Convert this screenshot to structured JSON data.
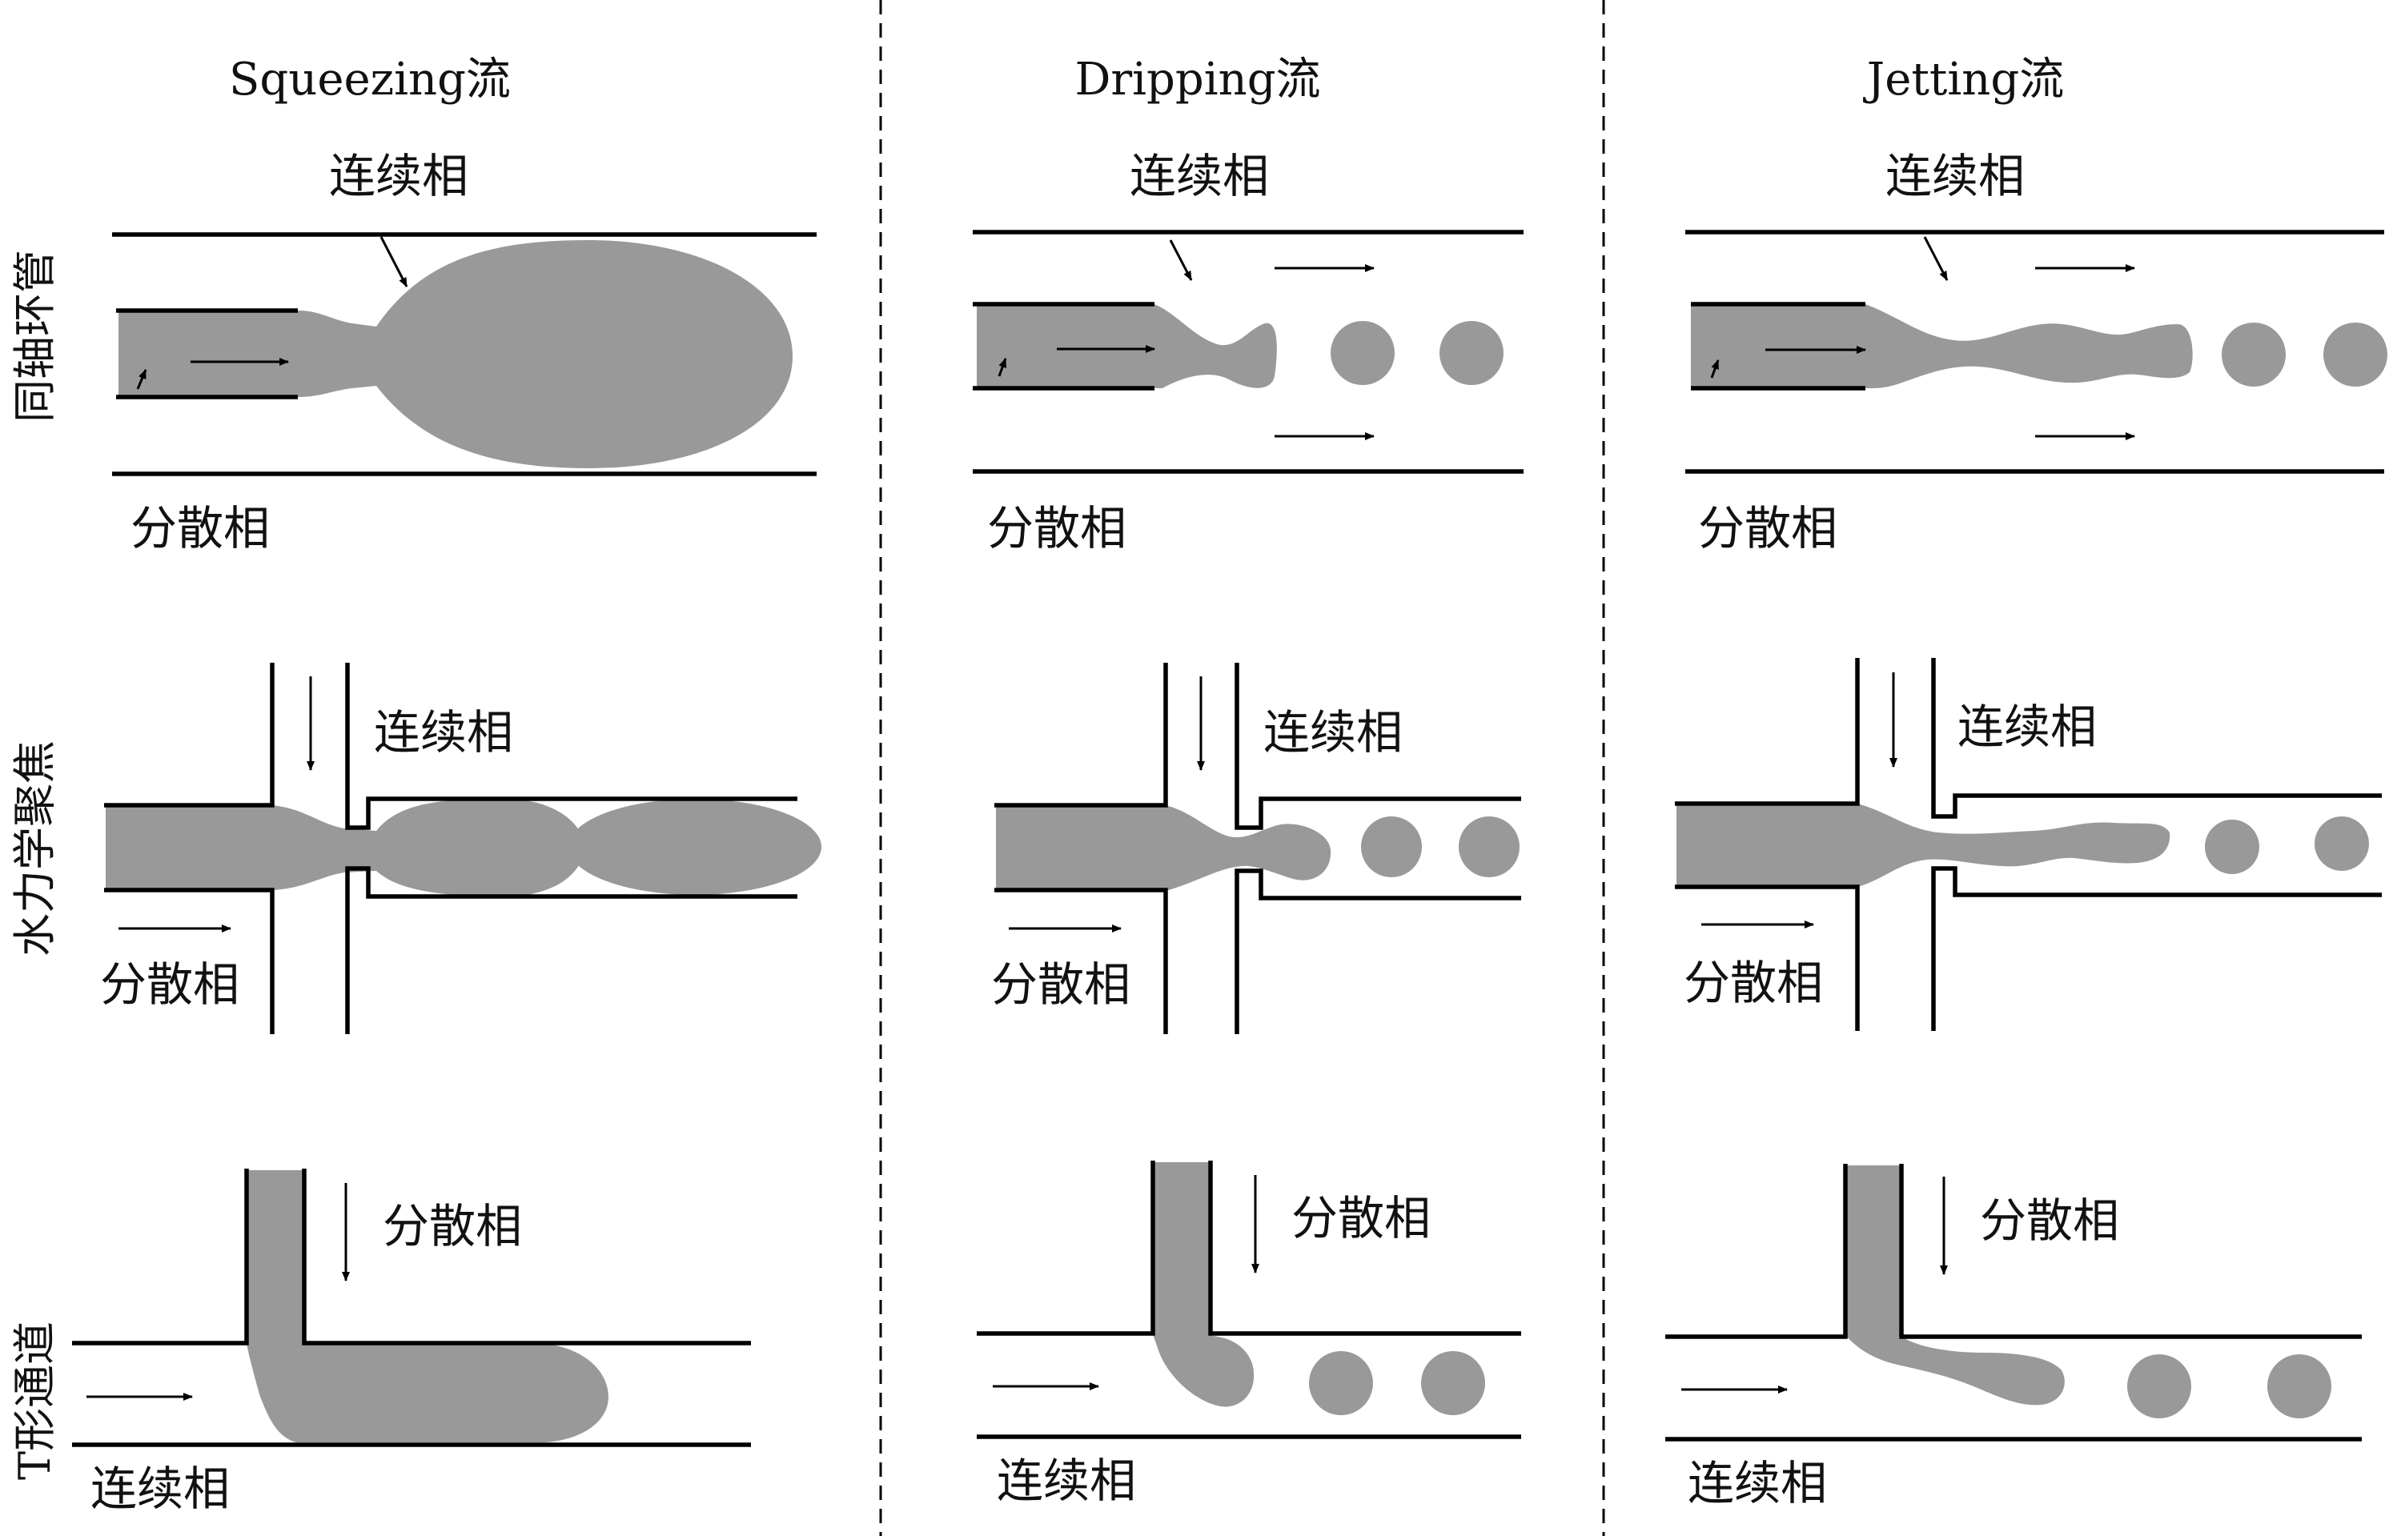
{
  "columns": [
    {
      "title": "Squeezing流"
    },
    {
      "title": "Dripping流"
    },
    {
      "title": "Jetting流"
    }
  ],
  "rows": [
    {
      "label": "同轴环管"
    },
    {
      "label": "水力学聚焦"
    },
    {
      "label": "T形通道"
    }
  ],
  "phases": {
    "continuous": "连续相",
    "dispersed": "分散相"
  },
  "colors": {
    "fluid": "#999999",
    "wall": "#000000",
    "background": "#ffffff"
  }
}
